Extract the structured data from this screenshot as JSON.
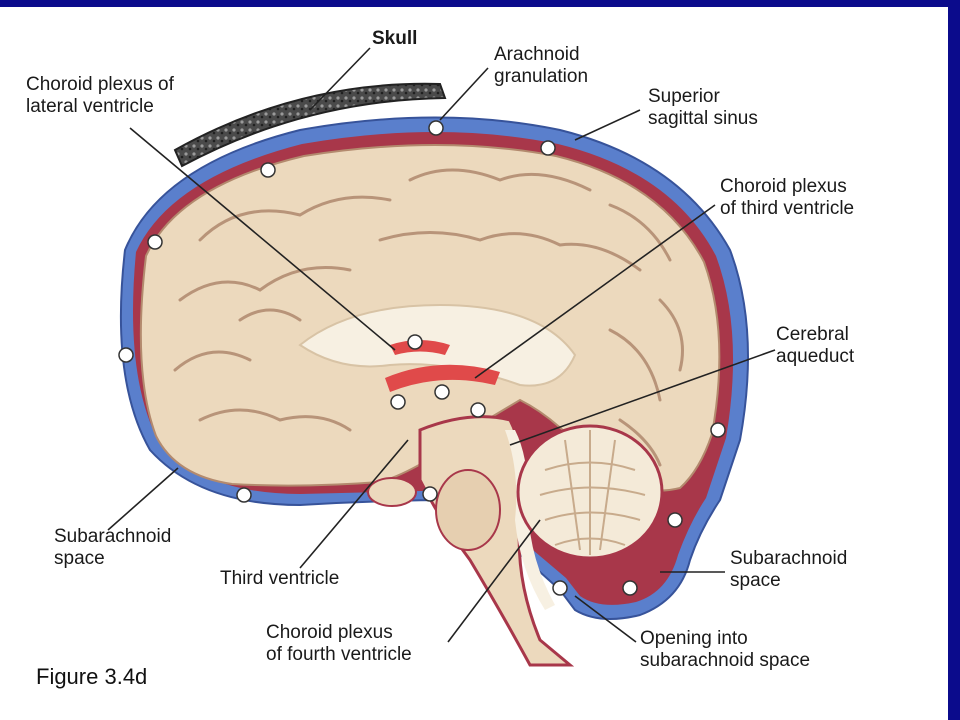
{
  "labels": {
    "skull": "Skull",
    "arachnoid_granulation": [
      "Arachnoid",
      "granulation"
    ],
    "choroid_lateral": [
      "Choroid plexus of",
      "lateral ventricle"
    ],
    "superior_sagittal_sinus": [
      "Superior",
      "sagittal sinus"
    ],
    "choroid_third": [
      "Choroid plexus",
      "of third ventricle"
    ],
    "cerebral_aqueduct": [
      "Cerebral",
      "aqueduct"
    ],
    "subarachnoid_left": [
      "Subarachnoid",
      "space"
    ],
    "third_ventricle": "Third ventricle",
    "subarachnoid_right": [
      "Subarachnoid",
      "space"
    ],
    "choroid_fourth": [
      "Choroid plexus",
      "of fourth ventricle"
    ],
    "opening": [
      "Opening into",
      "subarachnoid space"
    ]
  },
  "caption": "Figure 3.4d",
  "colors": {
    "frame": "#0b0b8c",
    "sinus_blue": "#5a7fcc",
    "meninges_red": "#a8374a",
    "brain_tissue": "#ecd9bd",
    "csf_white": "#f7f0e2",
    "choroid_pink": "#e04a4a"
  }
}
